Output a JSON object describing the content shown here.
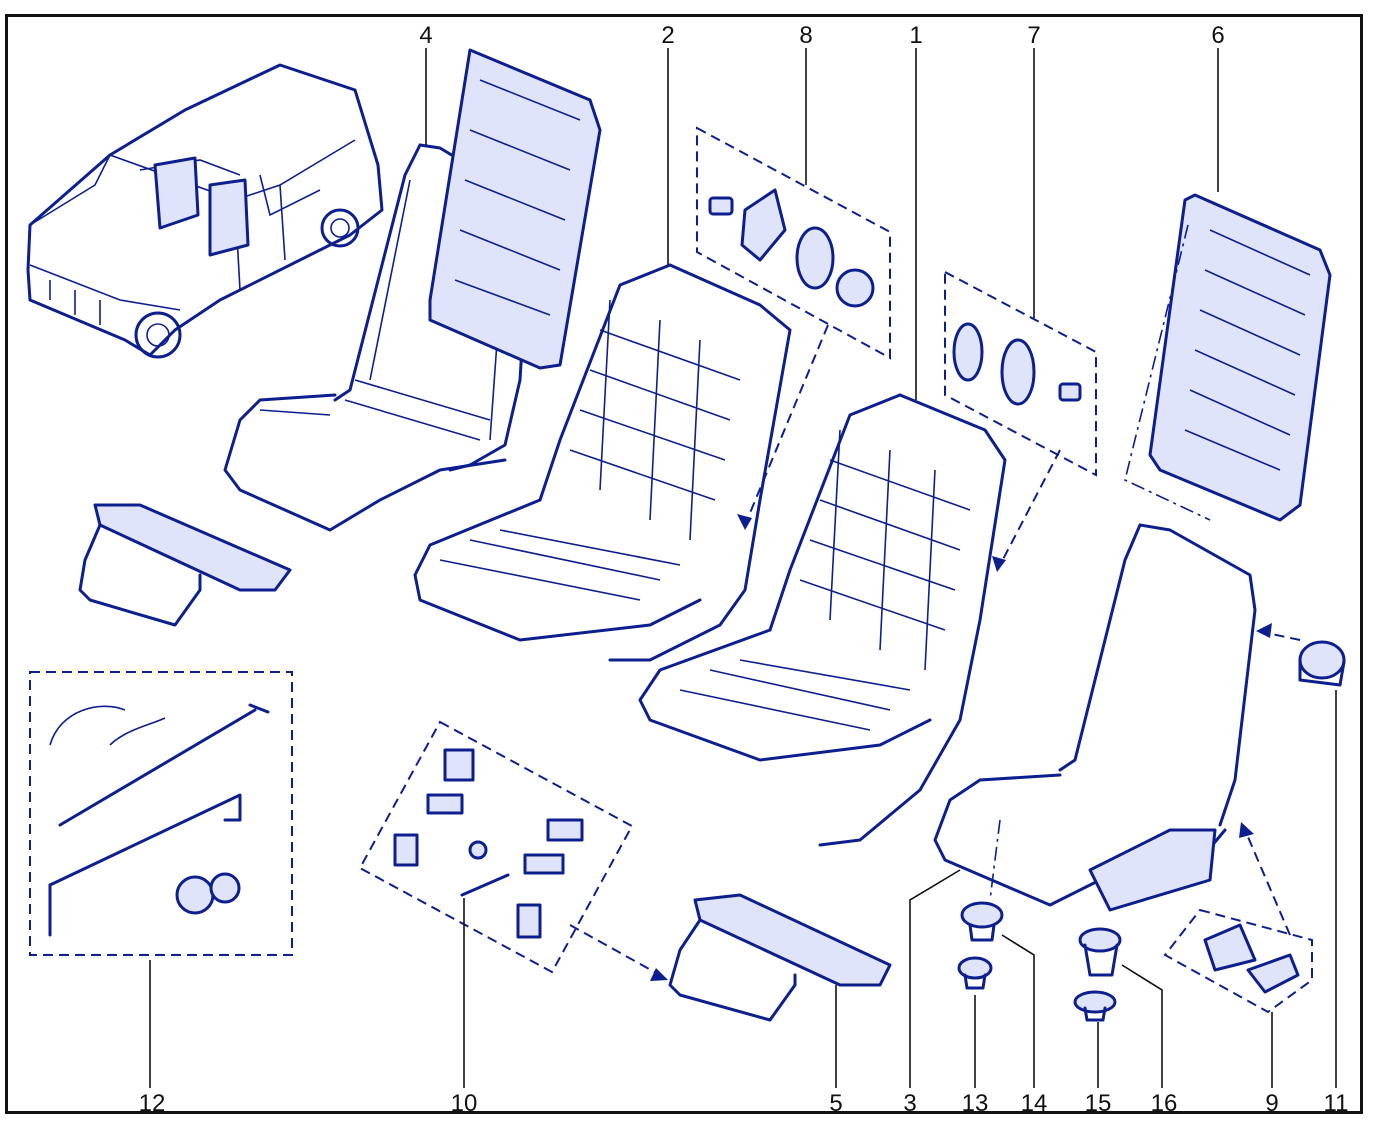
{
  "callouts": [
    "1",
    "2",
    "3",
    "4",
    "5",
    "6",
    "7",
    "8",
    "9",
    "10",
    "11",
    "12",
    "13",
    "14",
    "15",
    "16"
  ],
  "colors": {
    "line": "#0d1f8f",
    "frame": "#111111",
    "fill": "#dfe4fb"
  }
}
